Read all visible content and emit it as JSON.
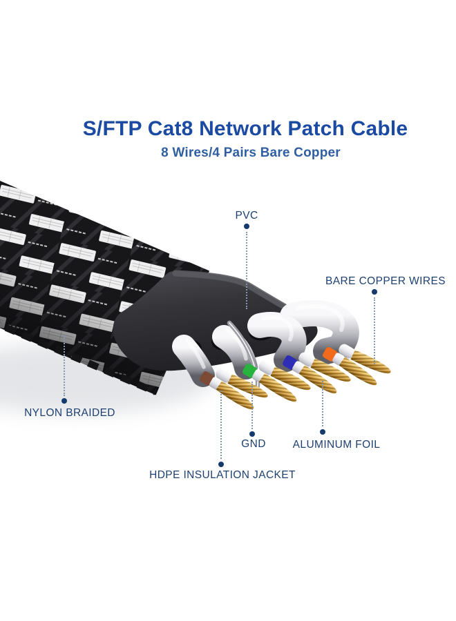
{
  "header": {
    "title": "S/FTP Cat8 Network Patch Cable",
    "subtitle": "8 Wires/4 Pairs Bare Copper"
  },
  "annotations": {
    "pvc": "PVC",
    "bare_copper_wires": "BARE COPPER WIRES",
    "nylon_braided": "NYLON BRAIDED",
    "gnd": "GND",
    "aluminum_foil": "ALUMINUM FOIL",
    "hdpe_insulation_jacket": "HDPE INSULATION JACKET"
  },
  "cable": {
    "wire_pairs": [
      {
        "color_name": "brown",
        "hex": "#7d4a35"
      },
      {
        "color_name": "green",
        "hex": "#27b33d"
      },
      {
        "color_name": "blue",
        "hex": "#2d2db5"
      },
      {
        "color_name": "orange",
        "hex": "#f26a1b"
      }
    ]
  },
  "palette": {
    "title_blue": "#1b4aa2",
    "subtitle_blue": "#2f5fa0",
    "annotation_navy": "#1d4070",
    "dot_navy": "#143a6d",
    "leader_dotted": "#8398af",
    "jacket_dark": "#2c2c30",
    "braid_black": "#17171a",
    "copper": "#c89238",
    "foil_silver": "#c6c6cc"
  }
}
